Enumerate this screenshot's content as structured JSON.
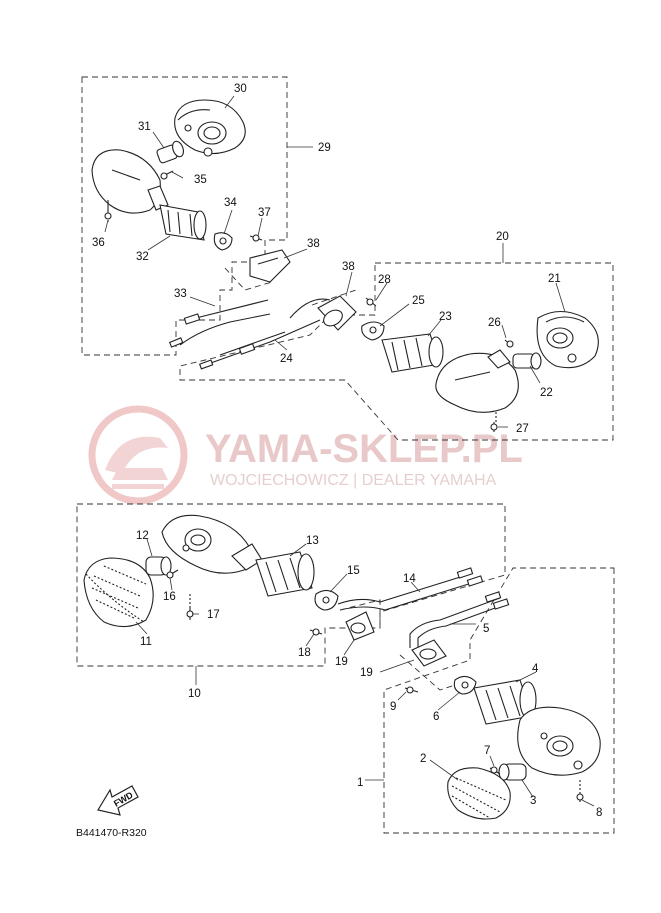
{
  "watermark": {
    "title": "YAMA-SKLEP.PL",
    "subtitle": "WOJCIECHOWICZ | DEALER YAMAHA",
    "color": "#e8c8c8"
  },
  "diagram_code": "B441470-R320",
  "fwd_label": "FWD",
  "callouts": {
    "c1": "1",
    "c2": "2",
    "c3": "3",
    "c4": "4",
    "c5": "5",
    "c6": "6",
    "c7": "7",
    "c8": "8",
    "c9": "9",
    "c10": "10",
    "c11": "11",
    "c12": "12",
    "c13": "13",
    "c14": "14",
    "c15": "15",
    "c16": "16",
    "c17": "17",
    "c18": "18",
    "c19a": "19",
    "c19b": "19",
    "c20": "20",
    "c21": "21",
    "c22": "22",
    "c23": "23",
    "c24": "24",
    "c25": "25",
    "c26": "26",
    "c27": "27",
    "c28": "28",
    "c29": "29",
    "c30": "30",
    "c31": "31",
    "c32": "32",
    "c33": "33",
    "c34": "34",
    "c35": "35",
    "c36": "36",
    "c37": "37",
    "c38a": "38",
    "c38b": "38"
  }
}
